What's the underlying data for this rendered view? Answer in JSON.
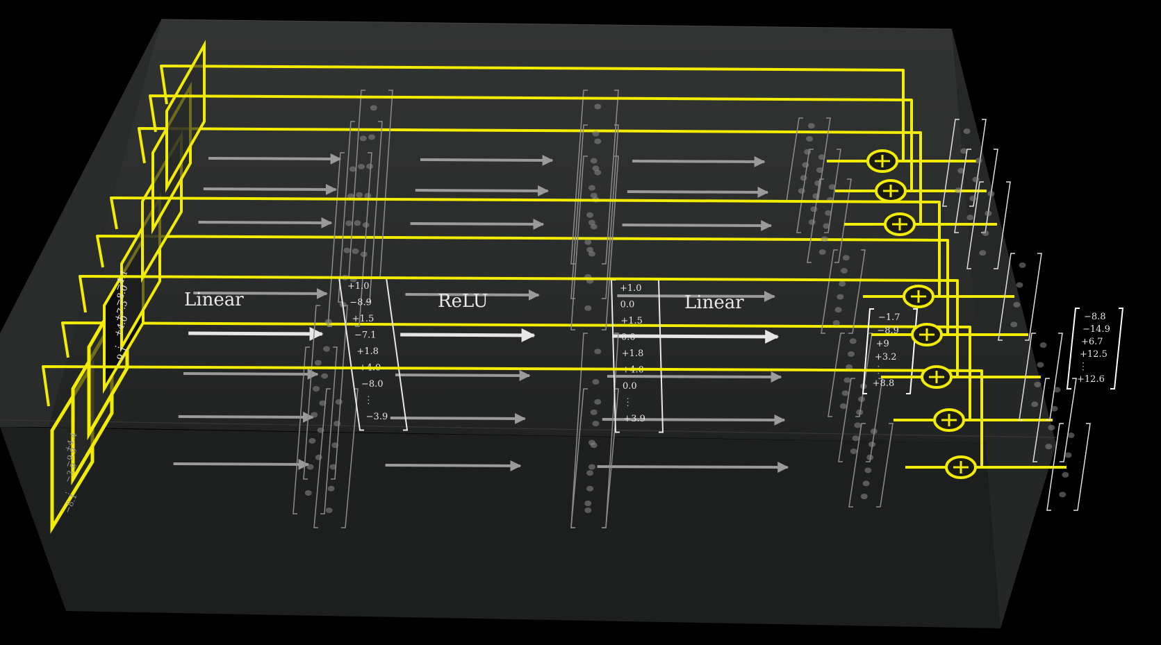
{
  "colors": {
    "background": "#000000",
    "box_face": "#2a2c2b",
    "wire": "#f2ec00",
    "arrow": "#9a9a9a",
    "bracket": "#d8d8d8"
  },
  "labels": {
    "linear_1": "Linear",
    "relu": "ReLU",
    "linear_2": "Linear"
  },
  "vectors": {
    "hidden_linear": [
      "+1.0",
      "−8.9",
      "+1.5",
      "−7.1",
      "+1.8",
      "+4.0",
      "−8.0",
      "⋮",
      "−3.9"
    ],
    "hidden_relu": [
      "+1.0",
      "0.0",
      "+1.5",
      "0.0",
      "+1.8",
      "+4.0",
      "0.0",
      "⋮",
      "+3.9"
    ],
    "mlp_out": [
      "−1.7",
      "−8.9",
      "+9",
      "+3.2",
      "⋮",
      "+8.8"
    ],
    "residual_out": [
      "−8.8",
      "−14.9",
      "+6.7",
      "+12.5",
      "⋮",
      "+12.6"
    ],
    "input_front": [
      "+4.4",
      "−9.9",
      "−3.9",
      "⋮",
      "−8.1"
    ],
    "input_highlight": [
      "−4.1",
      "−8.0",
      "+7.5",
      "+4.0",
      "⋮",
      "−9.1"
    ]
  },
  "icons": {
    "adder": "circled-plus-icon",
    "arrow": "right-arrow-icon"
  }
}
